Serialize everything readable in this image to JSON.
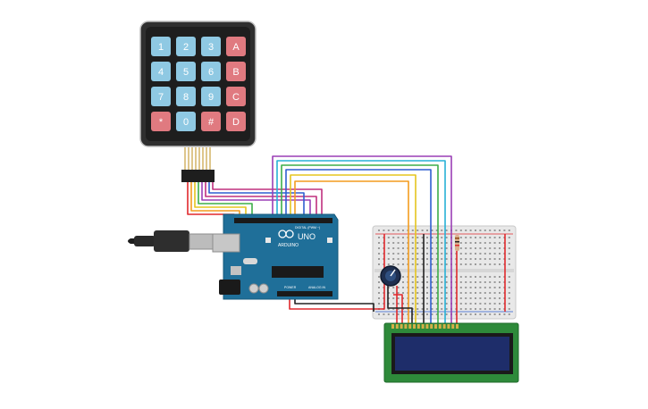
{
  "keypad": {
    "keys": [
      "1",
      "2",
      "3",
      "A",
      "4",
      "5",
      "6",
      "B",
      "7",
      "8",
      "9",
      "C",
      "*",
      "0",
      "#",
      "D"
    ],
    "number_key_color": "#8fc9e3",
    "letter_key_color": "#e07a80",
    "body_color": "#2f2f2f"
  },
  "arduino": {
    "brand": "ARDUINO",
    "model": "UNO",
    "board_color": "#1f6f99",
    "top_header_label": "DIGITAL (PWM ~)",
    "power_label": "POWER",
    "analog_label": "ANALOG IN"
  },
  "wire_colors": {
    "red": "#e0292d",
    "orange": "#f39c1f",
    "yellow": "#e5c51e",
    "green": "#3dae49",
    "cyan": "#27b1d6",
    "blue": "#2f5fd0",
    "purple": "#9a3fb5",
    "magenta": "#c0307e",
    "black": "#222222"
  },
  "lcd": {
    "screen_color": "#1e2d6a",
    "board_color": "#2e8a3a"
  },
  "breadboard": {
    "color": "#e8e8e8"
  }
}
